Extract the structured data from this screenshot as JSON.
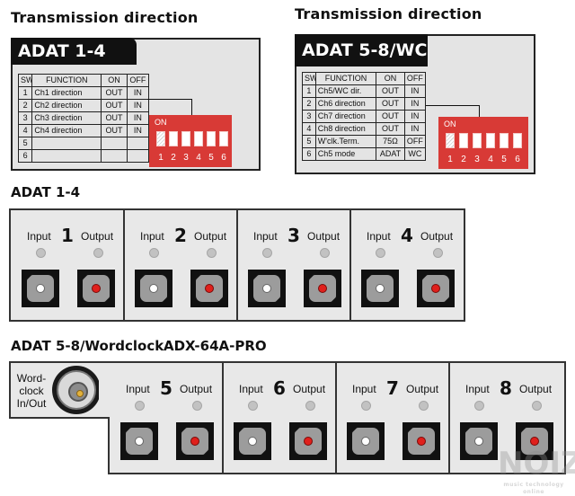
{
  "headings": {
    "transmission_left": "Transmission direction",
    "transmission_right": "Transmission direction",
    "adat14_section": "ADAT 1-4",
    "adat58_section": "ADAT 5-8/Wordclock",
    "model": "ADX-64A-PRO"
  },
  "panel_a": {
    "tab": "ADAT 1-4",
    "headers": [
      "SW",
      "FUNCTION",
      "ON",
      "OFF"
    ],
    "rows": [
      {
        "sw": "1",
        "function": "Ch1 direction",
        "on": "OUT",
        "off": "IN"
      },
      {
        "sw": "2",
        "function": "Ch2 direction",
        "on": "OUT",
        "off": "IN"
      },
      {
        "sw": "3",
        "function": "Ch3 direction",
        "on": "OUT",
        "off": "IN"
      },
      {
        "sw": "4",
        "function": "Ch4 direction",
        "on": "OUT",
        "off": "IN"
      },
      {
        "sw": "5",
        "function": "",
        "on": "",
        "off": ""
      },
      {
        "sw": "6",
        "function": "",
        "on": "",
        "off": ""
      }
    ],
    "dip_label": "ON",
    "dip_numbers": [
      "1",
      "2",
      "3",
      "4",
      "5",
      "6"
    ]
  },
  "panel_b": {
    "tab": "ADAT 5-8/WC",
    "headers": [
      "SW",
      "FUNCTION",
      "ON",
      "OFF"
    ],
    "rows": [
      {
        "sw": "1",
        "function": "Ch5/WC dir.",
        "on": "OUT",
        "off": "IN"
      },
      {
        "sw": "2",
        "function": "Ch6 direction",
        "on": "OUT",
        "off": "IN"
      },
      {
        "sw": "3",
        "function": "Ch7 direction",
        "on": "OUT",
        "off": "IN"
      },
      {
        "sw": "4",
        "function": "Ch8 direction",
        "on": "OUT",
        "off": "IN"
      },
      {
        "sw": "5",
        "function": "W'clk.Term.",
        "on": "75Ω",
        "off": "OFF"
      },
      {
        "sw": "6",
        "function": "Ch5 mode",
        "on": "ADAT",
        "off": "WC"
      }
    ],
    "dip_label": "ON",
    "dip_numbers": [
      "1",
      "2",
      "3",
      "4",
      "5",
      "6"
    ]
  },
  "ports_a": [
    {
      "number": "1",
      "input_label": "Input",
      "output_label": "Output"
    },
    {
      "number": "2",
      "input_label": "Input",
      "output_label": "Output"
    },
    {
      "number": "3",
      "input_label": "Input",
      "output_label": "Output"
    },
    {
      "number": "4",
      "input_label": "Input",
      "output_label": "Output"
    }
  ],
  "ports_b": [
    {
      "number": "5",
      "input_label": "Input",
      "output_label": "Output"
    },
    {
      "number": "6",
      "input_label": "Input",
      "output_label": "Output"
    },
    {
      "number": "7",
      "input_label": "Input",
      "output_label": "Output"
    },
    {
      "number": "8",
      "input_label": "Input",
      "output_label": "Output"
    }
  ],
  "wordclock": {
    "line1": "Word-",
    "line2": "clock",
    "line3": "In/Out"
  },
  "watermark": {
    "logo": "NOIZ",
    "tagline": "music technology online"
  },
  "colors": {
    "dip_red": "#d83a36",
    "tab_black": "#111111",
    "output_core": "#e0201c"
  }
}
